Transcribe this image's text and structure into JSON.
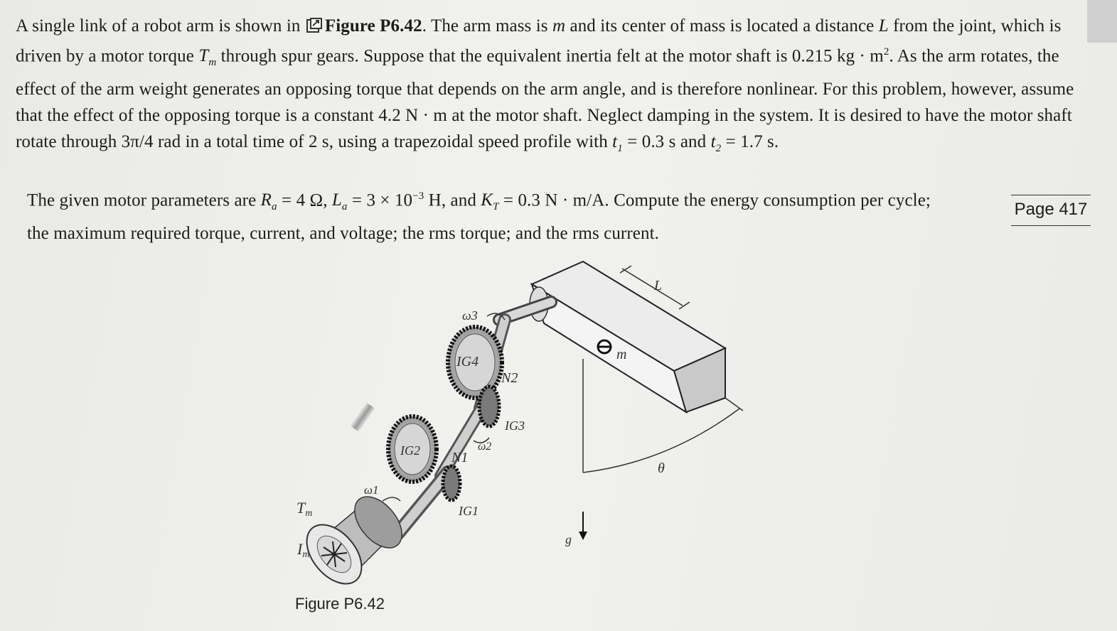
{
  "problem": {
    "paragraph1": {
      "t1": "A single link of a robot arm is shown in",
      "figure_ref": "Figure P6.42",
      "t2": ". The arm mass is",
      "m": "m",
      "t3": "and its center of mass is located a distance",
      "L": "L",
      "t4": "from the joint, which is driven by a motor torque",
      "Tm": "T",
      "Tm_sub": "m",
      "t5": "through spur gears. Suppose that the equivalent inertia felt at the motor shaft is 0.215 kg · m",
      "sq": "2",
      "t6": ". As the arm rotates, the effect of the arm weight generates an opposing torque that depends on the arm angle, and is therefore nonlinear. For this problem, however, assume that the effect of the opposing torque is a constant 4.2 N · m at the motor shaft. Neglect damping in the system. It is desired to have the motor shaft rotate through 3π/4 rad in a total time of 2 s, using a trapezoidal speed profile with",
      "t1_var": "t",
      "t1_sub": "1",
      "t7": "= 0.3 s and",
      "t2_var": "t",
      "t2_sub": "2",
      "t8": "= 1.7 s."
    },
    "paragraph2": {
      "t1": "The given motor parameters are",
      "Ra": "R",
      "Ra_sub": "a",
      "t2": "= 4 Ω,",
      "La": "L",
      "La_sub": "a",
      "t3": "= 3 × 10",
      "exp": "−3",
      "t4": "H, and",
      "KT": "K",
      "KT_sub": "T",
      "t5": "= 0.3 N · m/A. Compute the energy consumption per cycle; the maximum required torque, current, and voltage; the rms torque; and the rms current."
    },
    "page_label": "Page 417"
  },
  "figure": {
    "caption": "Figure P6.42",
    "labels": {
      "Tm": "T",
      "Tm_sub": "m",
      "Im": "I",
      "Im_sub": "m",
      "omega1": "ω1",
      "omega2": "ω2",
      "omega3": "ω3",
      "IG1": "IG1",
      "IG2": "IG2",
      "IG3": "IG3",
      "IG4": "IG4",
      "N1": "N1",
      "N2": "N2",
      "m": "m",
      "L": "L",
      "theta": "θ",
      "g": "g"
    }
  }
}
